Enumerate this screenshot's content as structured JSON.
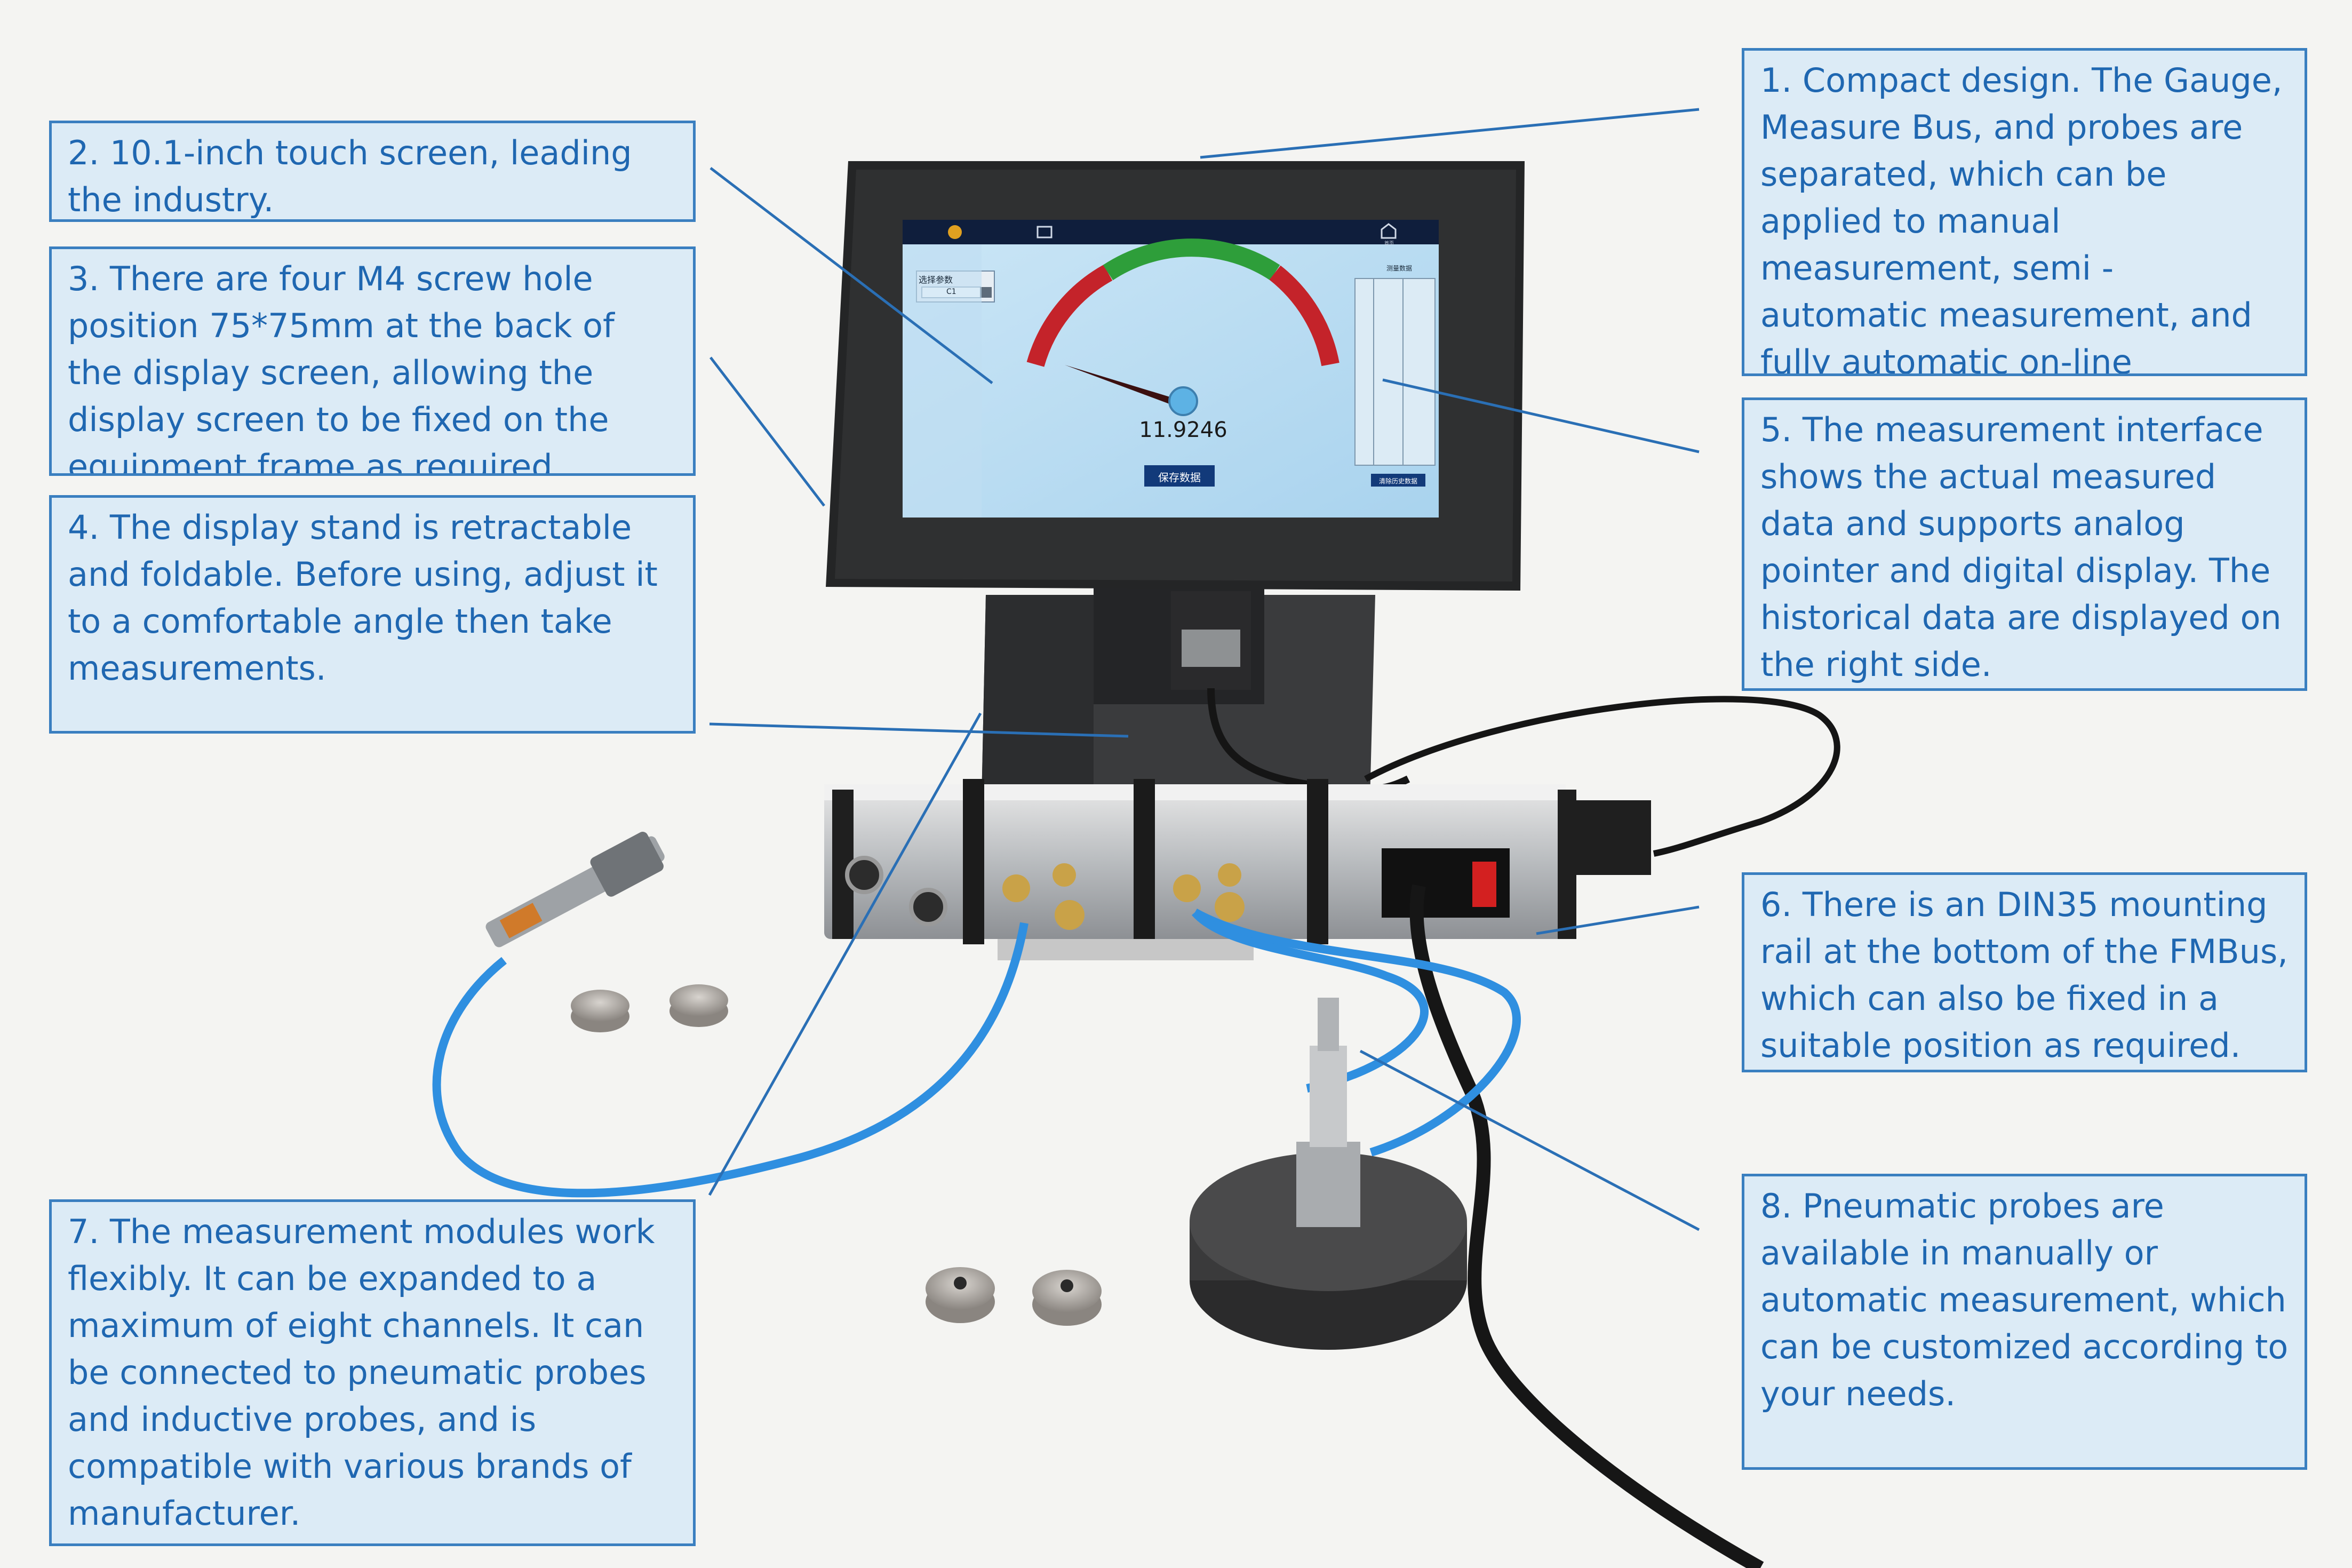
{
  "callouts": [
    {
      "id": "c1",
      "text": "1. Compact design. The Gauge, Measure Bus, and probes are separated, which can be applied to manual measurement, semi - automatic measurement, and fully automatic on-line measurement field."
    },
    {
      "id": "c2",
      "text": "2. 10.1-inch touch screen, leading the industry."
    },
    {
      "id": "c3",
      "text": "3. There are four M4 screw hole position 75*75mm at the back of the display screen, allowing the display screen to be fixed on the equipment frame as required."
    },
    {
      "id": "c4",
      "text": "4. The display stand is retractable and foldable. Before using, adjust it to a comfortable angle then take measurements."
    },
    {
      "id": "c5",
      "text": "5. The measurement interface shows the actual measured data and supports analog pointer and digital display. The historical data are displayed on the right side."
    },
    {
      "id": "c6",
      "text": "6. There is an DIN35 mounting rail at the bottom of the FMBus, which can also be fixed in a suitable position as required."
    },
    {
      "id": "c7",
      "text": "7. The measurement modules work flexibly. It can be expanded to a maximum of eight channels. It can be connected to pneumatic probes and inductive probes, and is compatible with various brands of manufacturer."
    },
    {
      "id": "c8",
      "text": "8. Pneumatic probes are available in manually or automatic measurement, which can be customized according to your needs."
    }
  ],
  "screen": {
    "reading": "11.9246",
    "save_button": "保存数据",
    "param_label": "选择参数",
    "param_value": "C1",
    "history_title": "测量数据",
    "history_button": "清除历史数据",
    "topbar_home": "首页"
  },
  "colors": {
    "callout_border": "#3a7fc0",
    "callout_fill": "#dcebf6",
    "callout_text": "#1f67b1",
    "gauge_green": "#2e9e3a",
    "gauge_red": "#c4232a",
    "hose_blue": "#2f8fe0"
  }
}
